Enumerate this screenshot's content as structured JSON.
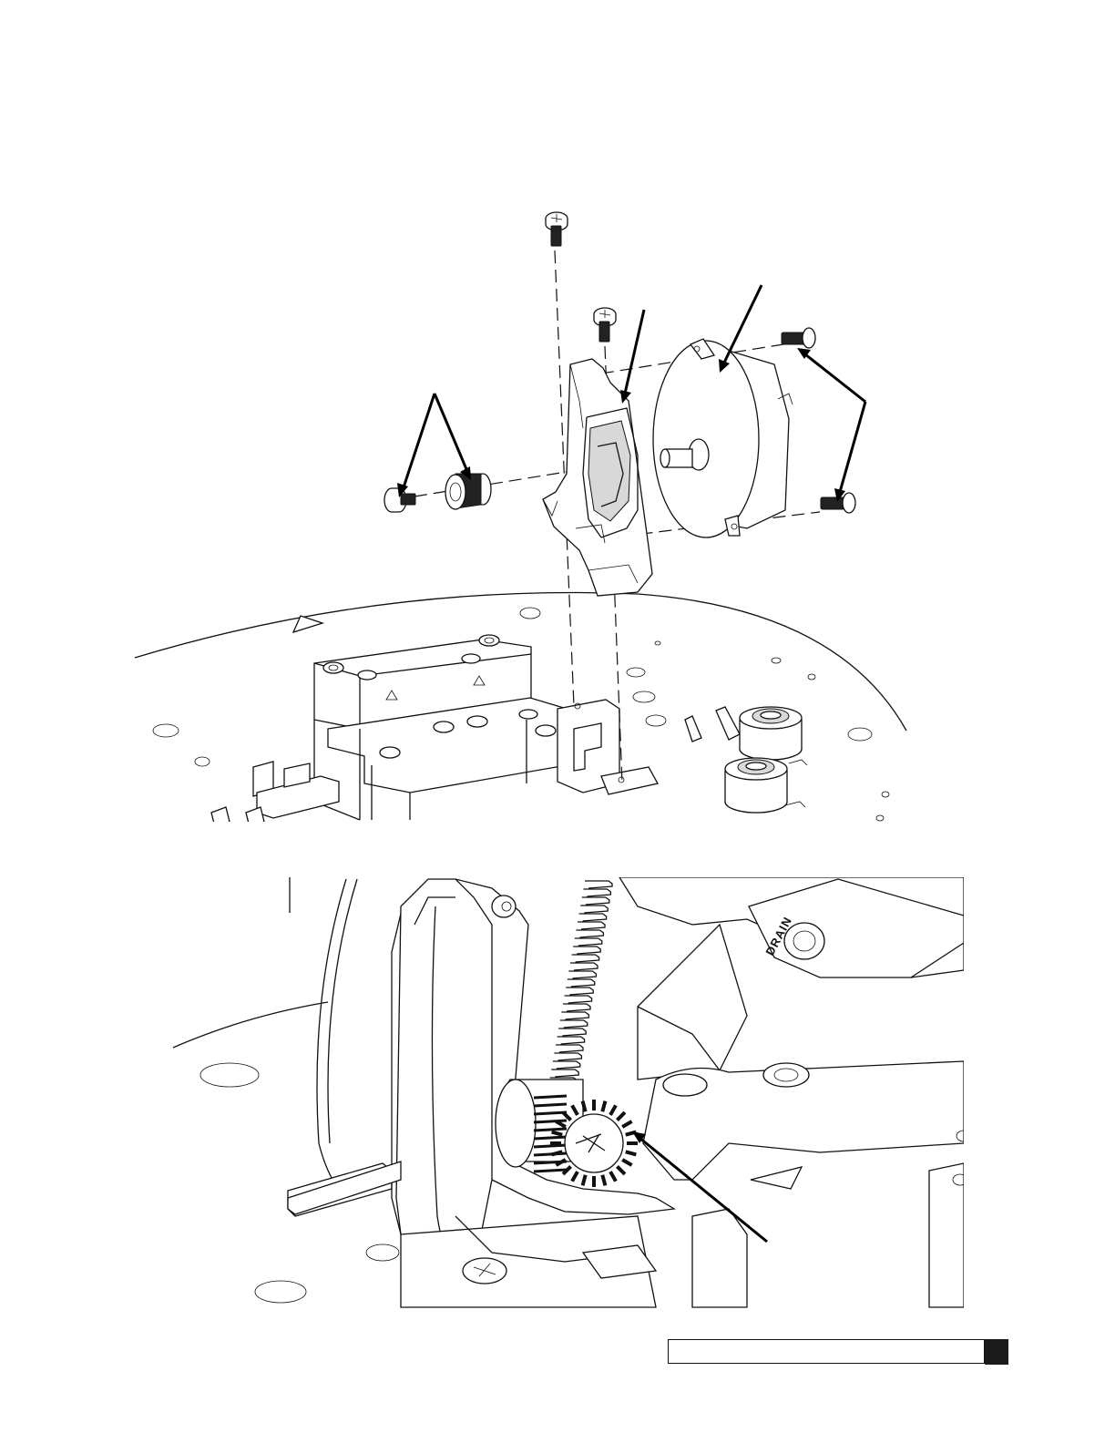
{
  "figures": {
    "top": {
      "name": "exploded-view"
    },
    "bottom": {
      "name": "gear-detail-view",
      "embossed_text": "DRAIN"
    }
  },
  "footer": {
    "text": ""
  }
}
